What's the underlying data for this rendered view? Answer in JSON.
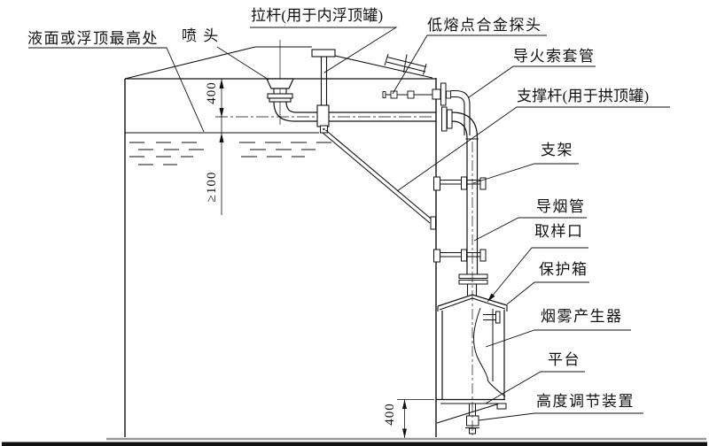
{
  "figure": {
    "type": "technical-drawing",
    "subject": "tank fire-detection / smoke generator installation section",
    "labels": {
      "liquid_level": "液面或浮顶最高处",
      "nozzle": "喷 头",
      "pull_rod": "拉杆(用于内浮顶罐)",
      "alloy_probe": "低熔点合金探头",
      "fuse_conduit": "导火索套管",
      "support_rod": "支撑杆(用于拱顶罐)",
      "bracket": "支架",
      "smoke_pipe": "导烟管",
      "sampling_port": "取样口",
      "protection_box": "保护箱",
      "smoke_generator": "烟雾产生器",
      "platform": "平台",
      "height_adjuster": "高度调节装置"
    },
    "dimensions": {
      "roof_to_pipe": "400",
      "min_clearance": "≥100",
      "platform_height": "400"
    },
    "colors": {
      "line": "#111111",
      "ground": "#999999",
      "background": "#ffffff"
    }
  }
}
